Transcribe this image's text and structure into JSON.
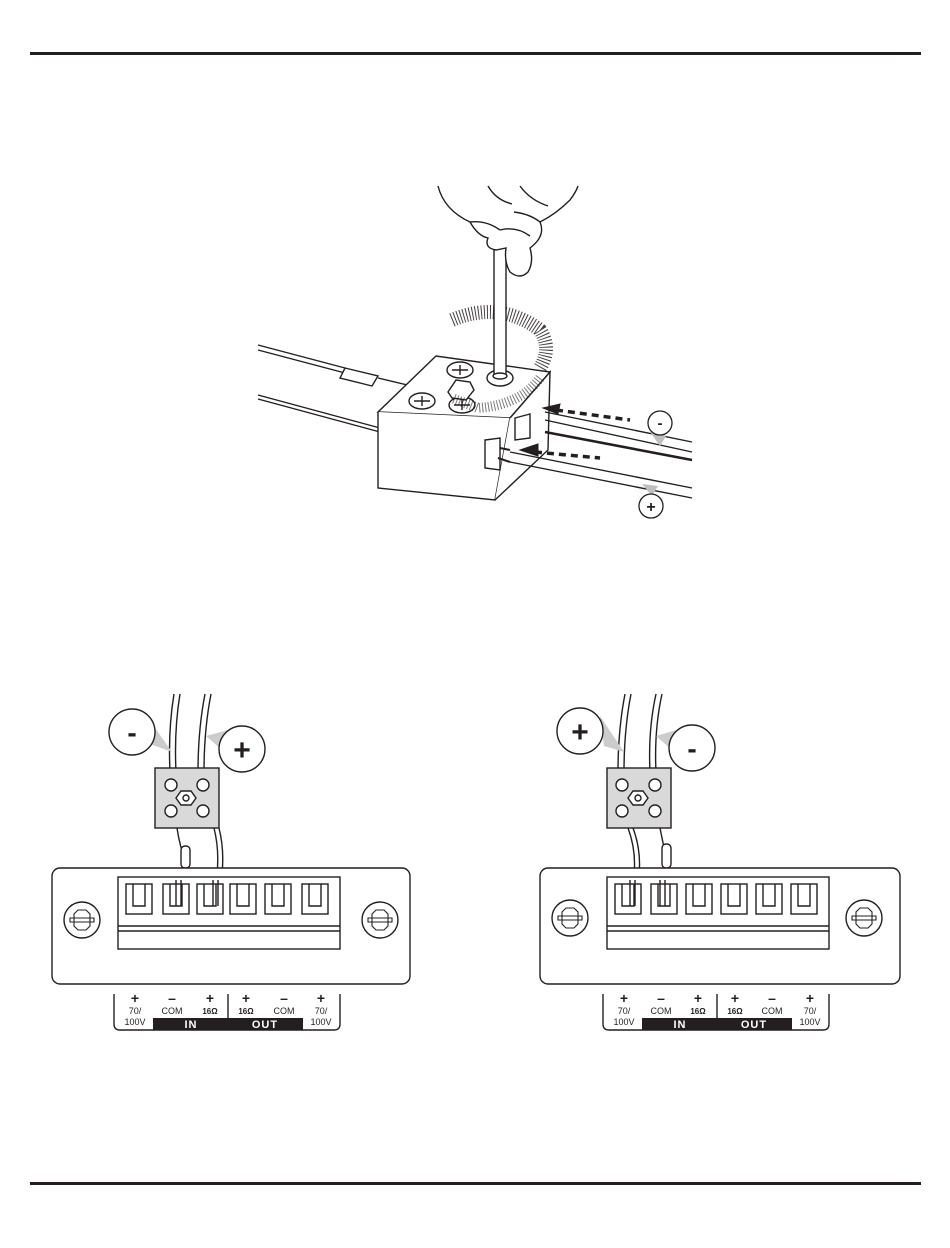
{
  "callouts": {
    "top_minus": "-",
    "top_plus": "+",
    "left_minus": "-",
    "left_plus": "+",
    "right_plus": "+",
    "right_minus": "-"
  },
  "terminal_labels": {
    "signs": [
      "+",
      "–",
      "+",
      "+",
      "–",
      "+"
    ],
    "names": [
      "70/\n100V",
      "COM",
      "16Ω",
      "16Ω",
      "COM",
      "70/\n100V"
    ],
    "in": "IN",
    "out": "OUT"
  },
  "colors": {
    "line": "#231f20",
    "callout_fill": "#e6e6e6",
    "connector_fill": "#d9d9d9",
    "hand_fill": "#ffffff"
  }
}
